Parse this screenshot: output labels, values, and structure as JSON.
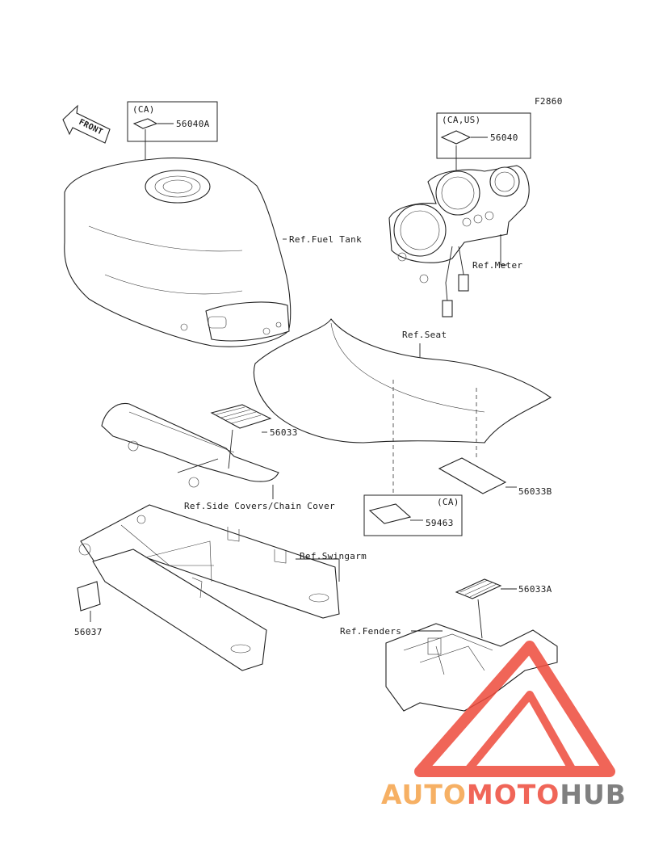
{
  "figure_code": "F2860",
  "front_label": "FRONT",
  "callouts": {
    "fuel_tank_box_region": "(CA)",
    "fuel_tank_part": "56040A",
    "meter_box_region": "(CA,US)",
    "meter_part": "56040",
    "ref_fuel_tank": "Ref.Fuel Tank",
    "ref_meter": "Ref.Meter",
    "ref_seat": "Ref.Seat",
    "chain_cover_part": "56033",
    "ref_side_covers": "Ref.Side Covers/Chain Cover",
    "seat_part": "56033B",
    "seat_box_region": "(CA)",
    "seat_box_part": "59463",
    "ref_swingarm": "Ref.Swingarm",
    "swingarm_part": "56037",
    "fender_part": "56033A",
    "ref_fenders": "Ref.Fenders"
  },
  "watermark": {
    "part1": "AUTO",
    "part2": "MOTO",
    "part3": "HUB",
    "color_orange": "#f5a34a",
    "color_red": "#ee4b3c",
    "color_gray": "#6b6b6b"
  }
}
